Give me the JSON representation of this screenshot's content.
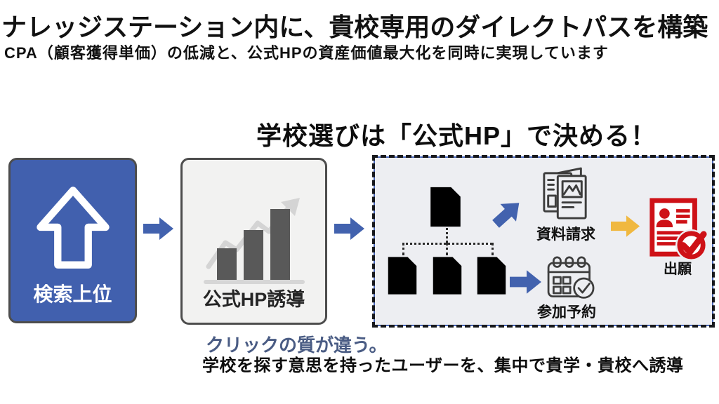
{
  "slide": {
    "title": "ナレッジステーション内に、貴校専用のダイレクトパスを構築",
    "subtitle": "CPA（顧客獲得単価）の低減と、公式HPの資産価値最大化を同時に実現しています",
    "headline": "学校選びは「公式HP」で決める！",
    "footer": {
      "emphasis": "クリックの質が違う。",
      "note": "学校を探す意思を持ったユーザーを、集中で貴学・貴校へ誘導"
    }
  },
  "flow": {
    "steps": [
      {
        "label": "検索上位",
        "icon": "up-arrow-icon"
      },
      {
        "label": "公式HP誘導",
        "icon": "bar-chart-growth-icon"
      }
    ],
    "panel": {
      "source_docs": {
        "parent_icon": "document-icon",
        "children_icons": [
          "document-blue-icon",
          "document-cream-icon",
          "document-blue-icon"
        ]
      },
      "outcomes": [
        {
          "label": "資料請求",
          "icon": "brochure-icon"
        },
        {
          "label": "参加予約",
          "icon": "calendar-check-icon"
        }
      ],
      "final": {
        "label": "出願",
        "icon": "application-check-icon"
      }
    }
  },
  "colors": {
    "accent_blue": "#4160AE",
    "box_border": "#4d4d4d",
    "panel_bg": "#EDEEF2",
    "panel_border_blue": "#4a69bd",
    "bar_gray": "#595959",
    "trend_gray": "#D4D4D4",
    "arrow_yellow": "#F0B840",
    "apply_red": "#CE1117",
    "footer_blue": "#4A5C84"
  }
}
